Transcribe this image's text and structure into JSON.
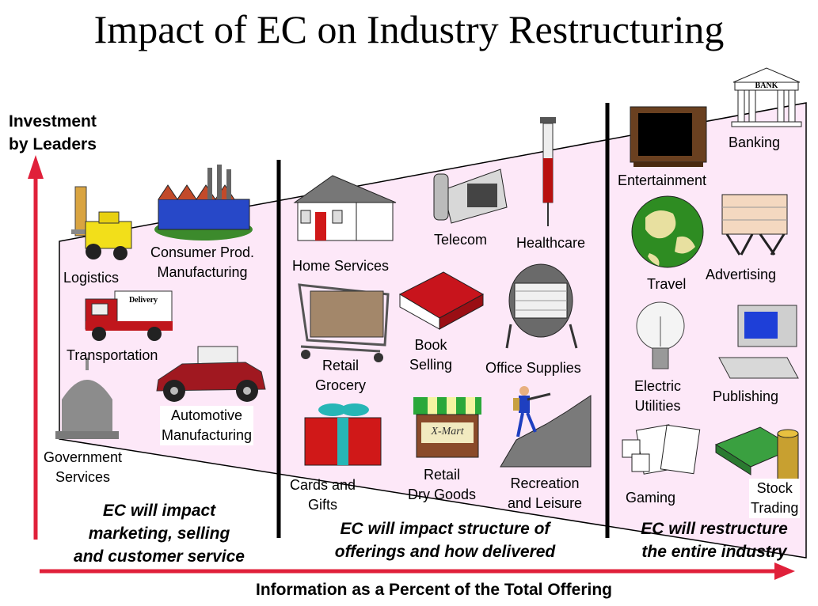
{
  "title": "Impact of EC on Industry Restructuring",
  "y_axis_label": [
    "Investment",
    "by Leaders"
  ],
  "x_axis_label": "Information as a Percent of the Total Offering",
  "colors": {
    "zone_fill": "#fde8f8",
    "arrow": "#e0203a",
    "divider": "#000000"
  },
  "zone1": {
    "conclusion": [
      "EC will impact",
      "marketing, selling",
      "and customer service"
    ],
    "items": {
      "logistics": "Logistics",
      "consumer": [
        "Consumer Prod.",
        "Manufacturing"
      ],
      "transportation": "Transportation",
      "automotive": [
        "Automotive",
        "Manufacturing"
      ],
      "government": [
        "Government",
        "Services"
      ]
    }
  },
  "zone2": {
    "conclusion": [
      "EC will impact structure of",
      "offerings and how delivered"
    ],
    "items": {
      "home": "Home Services",
      "telecom": "Telecom",
      "healthcare": "Healthcare",
      "grocery": [
        "Retail",
        "Grocery"
      ],
      "book": [
        "Book",
        "Selling"
      ],
      "office": "Office Supplies",
      "cards": [
        "Cards and",
        "Gifts"
      ],
      "drygoods": [
        "Retail",
        "Dry Goods"
      ],
      "recreation": [
        "Recreation",
        "and Leisure"
      ]
    },
    "store_sign": "X-Mart",
    "truck_sign": "Delivery"
  },
  "zone3": {
    "conclusion": [
      "EC will restructure",
      "the entire industry"
    ],
    "items": {
      "entertainment": "Entertainment",
      "banking": "Banking",
      "travel": "Travel",
      "advertising": "Advertising",
      "electric": [
        "Electric",
        "Utilities"
      ],
      "publishing": "Publishing",
      "gaming": "Gaming",
      "stock": [
        "Stock",
        "Trading"
      ]
    },
    "bank_sign": "BANK"
  }
}
